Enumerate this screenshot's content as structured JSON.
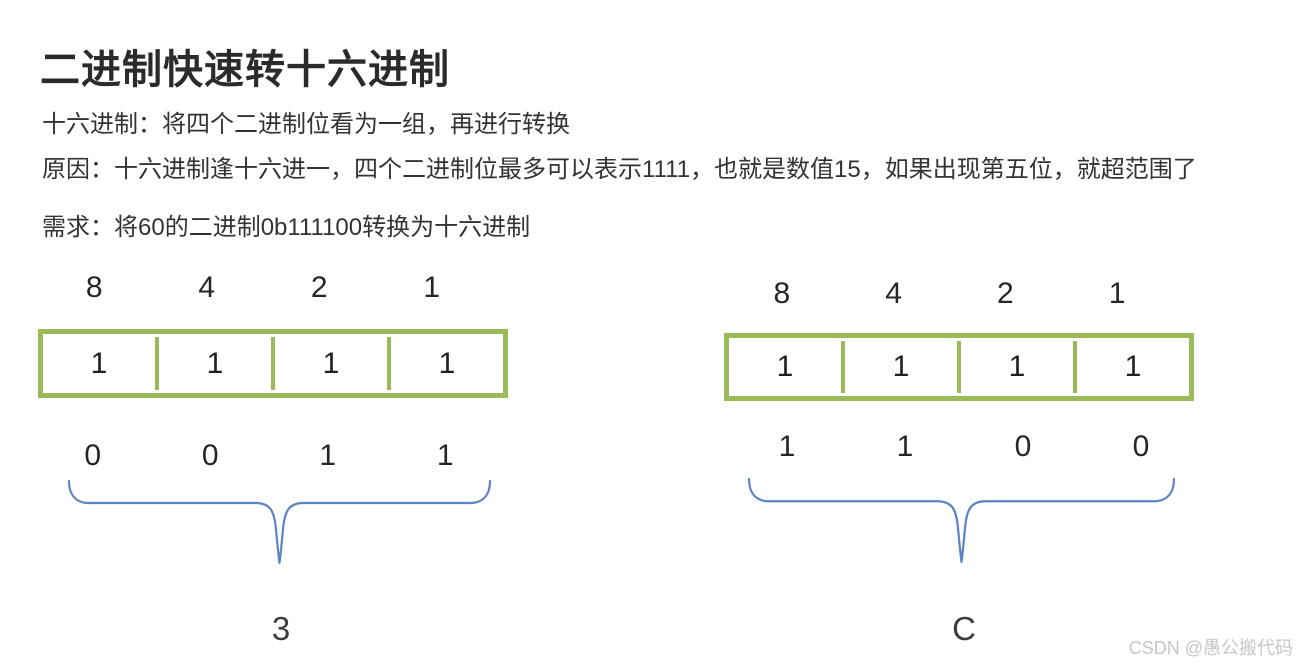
{
  "article": {
    "title": "二进制快速转十六进制",
    "line_hex_rule": "十六进制：将四个二进制位看为一组，再进行转换",
    "line_reason": "原因：十六进制逢十六进一，四个二进制位最多可以表示1111，也就是数值15，如果出现第五位，就超范围了",
    "line_requirement": "需求：将60的二进制0b111100转换为十六进制"
  },
  "diagram": {
    "groups": [
      {
        "weights": [
          "8",
          "4",
          "2",
          "1"
        ],
        "cells": [
          "1",
          "1",
          "1",
          "1"
        ],
        "bits": [
          "0",
          "0",
          "1",
          "1"
        ],
        "result": "3"
      },
      {
        "weights": [
          "8",
          "4",
          "2",
          "1"
        ],
        "cells": [
          "1",
          "1",
          "1",
          "1"
        ],
        "bits": [
          "1",
          "1",
          "0",
          "0"
        ],
        "result": "C"
      }
    ]
  },
  "watermark": "CSDN @愚公搬代码",
  "colors": {
    "heading": "#2b2b2b",
    "body_text": "#333333",
    "table_border": "#9bbb59",
    "brace": "#5b84c4",
    "watermark": "#c6c6c6"
  }
}
